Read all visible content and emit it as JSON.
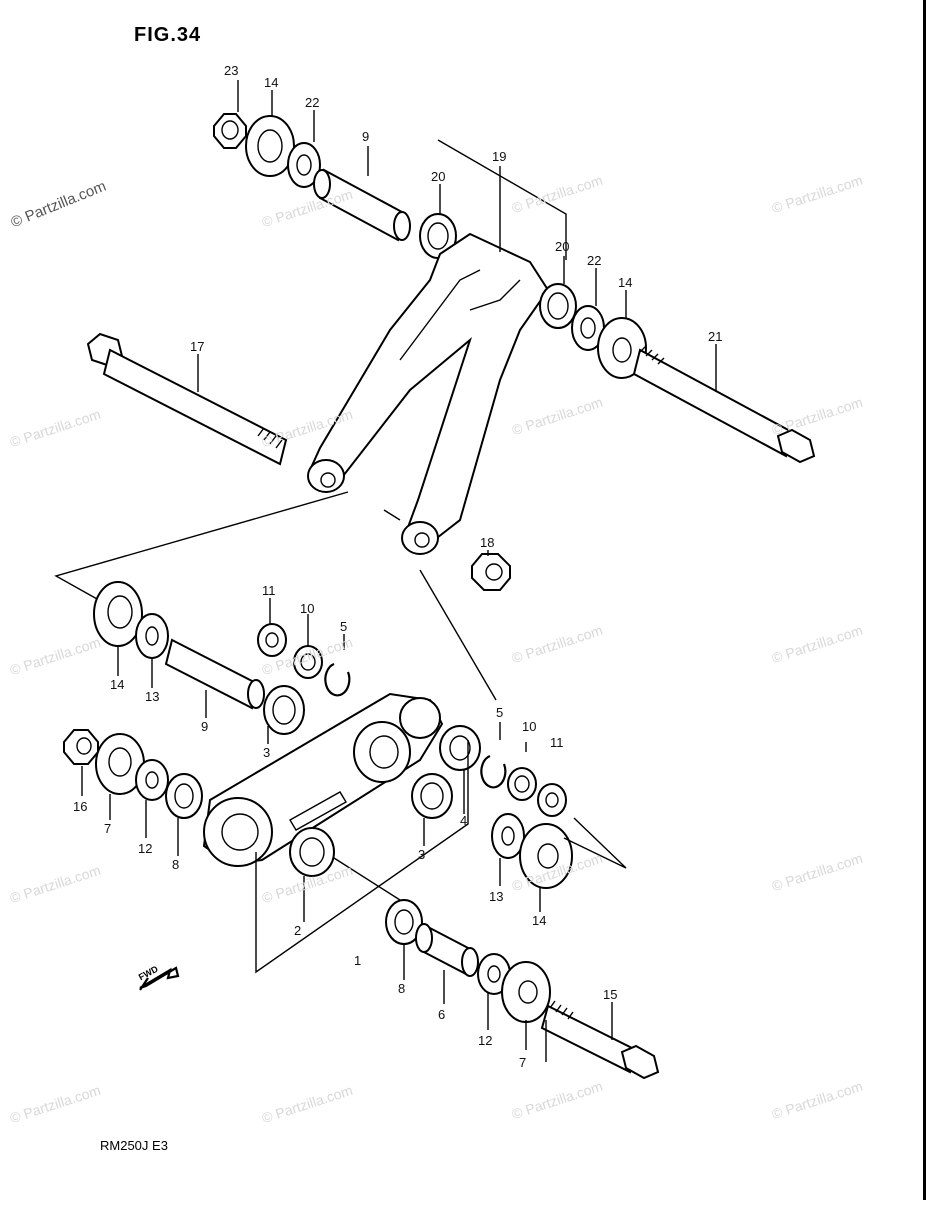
{
  "figure": {
    "title": "FIG.34",
    "model": "RM250J  E3",
    "forward_label": "FWD"
  },
  "watermarks": {
    "primary": "© Partzilla.com",
    "repeat": "© Partzilla.com"
  },
  "callouts": {
    "c23": "23",
    "c14a": "14",
    "c22a": "22",
    "c9a": "9",
    "c20a": "20",
    "c19": "19",
    "c20b": "20",
    "c22b": "22",
    "c14b": "14",
    "c21": "21",
    "c17": "17",
    "c18": "18",
    "c11a": "11",
    "c10a": "10",
    "c5a": "5",
    "c14c": "14",
    "c13a": "13",
    "c9b": "9",
    "c3a": "3",
    "c5b": "5",
    "c10b": "10",
    "c11b": "11",
    "c16": "16",
    "c7a": "7",
    "c12a": "12",
    "c8a": "8",
    "c4": "4",
    "c3b": "3",
    "c13b": "13",
    "c14d": "14",
    "c2": "2",
    "c1": "1",
    "c8b": "8",
    "c6": "6",
    "c12b": "12",
    "c7b": "7",
    "c15": "15"
  }
}
